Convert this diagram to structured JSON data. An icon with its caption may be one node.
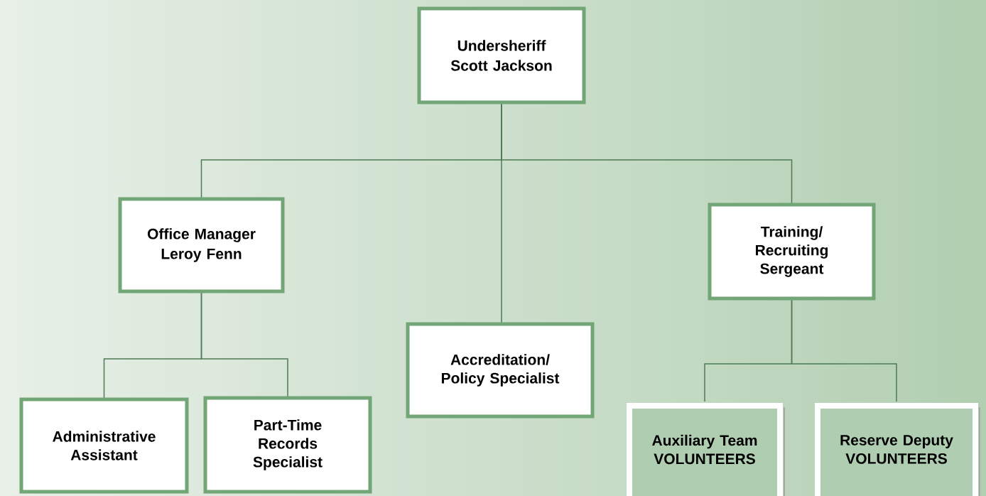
{
  "diagram": {
    "nodes": [
      {
        "text": [
          "Undersheriff",
          "Scott Jackson"
        ]
      },
      {
        "text": [
          "Office Manager",
          "Leroy Fenn"
        ]
      },
      {
        "text": [
          "Accreditation/ Policy Specialist"
        ]
      },
      {
        "text": [
          "Training/ Recruiting Sergeant"
        ]
      },
      {
        "text": [
          "Administrative Assistant"
        ]
      },
      {
        "text": [
          "Part-Time Records Specialist"
        ]
      },
      {
        "text": [
          "Auxiliary Team VOLUNTEERS"
        ]
      },
      {
        "text": [
          "Reserve Deputy VOLUNTEERS"
        ]
      }
    ],
    "edges": [
      {
        "from": 0,
        "to": 1,
        "arrow": "none"
      },
      {
        "from": 0,
        "to": 2,
        "arrow": "none"
      },
      {
        "from": 0,
        "to": 3,
        "arrow": "none"
      },
      {
        "from": 1,
        "to": 4,
        "arrow": "none"
      },
      {
        "from": 1,
        "to": 5,
        "arrow": "none"
      },
      {
        "from": 3,
        "to": 6,
        "arrow": "none"
      },
      {
        "from": 3,
        "to": 7,
        "arrow": "none"
      }
    ]
  }
}
